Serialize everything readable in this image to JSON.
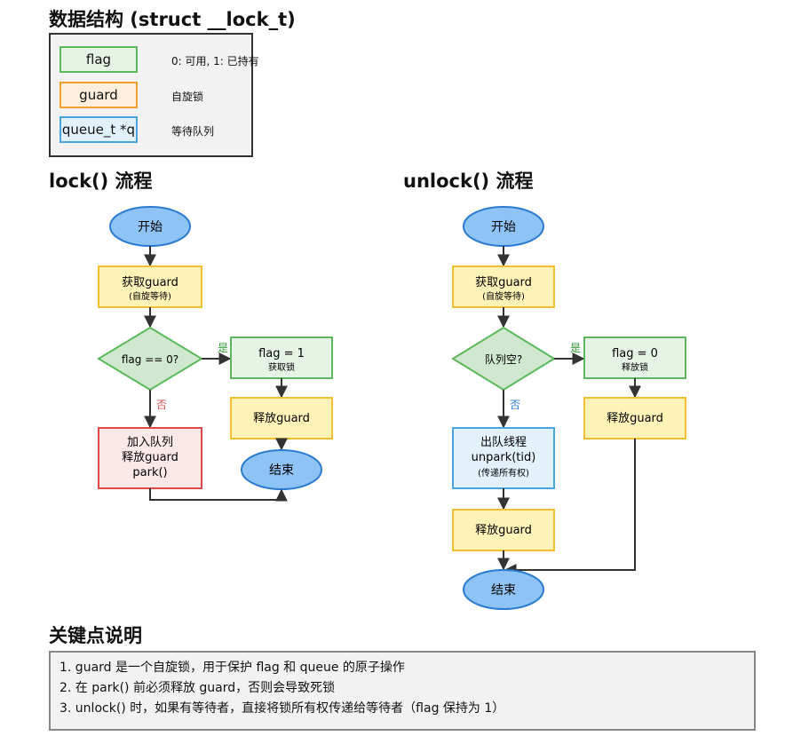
{
  "struct_title": "数据结构 (struct __lock_t)",
  "fields": [
    {
      "name": "flag",
      "desc": "0: 可用, 1: 已持有"
    },
    {
      "name": "guard",
      "desc": "自旋锁"
    },
    {
      "name": "queue_t *q",
      "desc": "等待队列"
    }
  ],
  "lock_title": "lock() 流程",
  "unlock_title": "unlock() 流程",
  "lock_flow": {
    "start": "开始",
    "acquire": "获取guard",
    "acquire_sub": "(自旋等待)",
    "decision": "flag == 0?",
    "yes": "是",
    "no": "否",
    "set_flag": "flag = 1",
    "set_flag_sub": "获取锁",
    "release": "释放guard",
    "end": "结束",
    "enqueue_1": "加入队列",
    "enqueue_2": "释放guard",
    "enqueue_3": "park()"
  },
  "unlock_flow": {
    "start": "开始",
    "acquire": "获取guard",
    "acquire_sub": "(自旋等待)",
    "decision": "队列空?",
    "yes": "是",
    "no": "否",
    "set_flag": "flag = 0",
    "set_flag_sub": "释放锁",
    "release_right": "释放guard",
    "dequeue_1": "出队线程",
    "dequeue_2": "unpark(tid)",
    "dequeue_3": "(传递所有权)",
    "release_left": "释放guard",
    "end": "结束"
  },
  "notes_title": "关键点说明",
  "notes": [
    "1. guard 是一个自旋锁，用于保护 flag 和 queue 的原子操作",
    "2. 在 park() 前必须释放 guard，否则会导致死锁",
    "3. unlock() 时，如果有等待者，直接将锁所有权传递给等待者（flag 保持为 1）"
  ]
}
